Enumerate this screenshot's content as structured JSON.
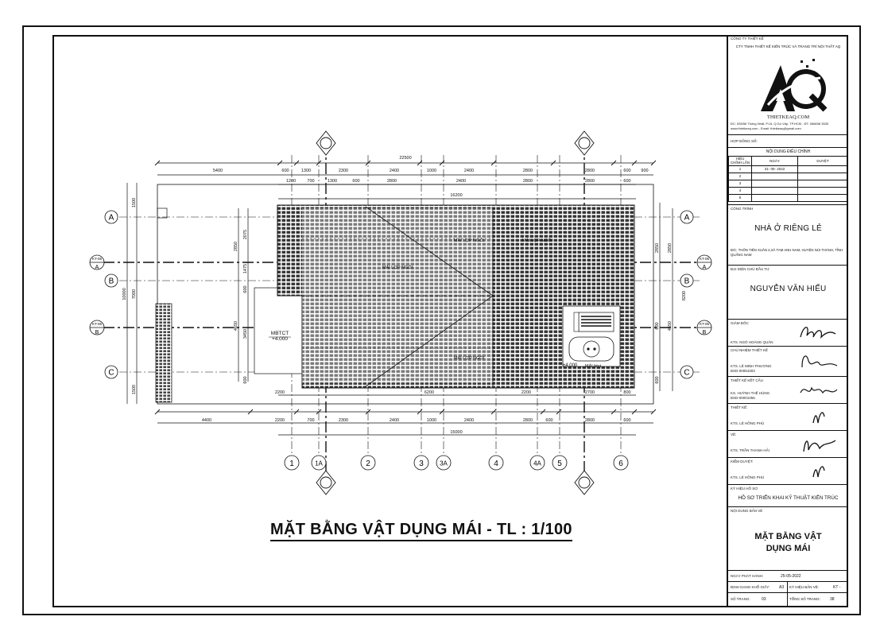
{
  "title_block": {
    "company_label": "CÔNG TY THIẾT KẾ",
    "company_name": "CTY TNHH THIẾT KẾ KIẾN TRÚC VÀ TRANG TRÍ NỘI THẤT AQ",
    "logo_text": "AQ",
    "website": "THIETKEAQ.COM",
    "address": "ĐC: 535/56 Thống Nhất, P.16, Q.Gò Vấp, TP.HCM - ĐT: 086698 3535",
    "contact": "www.thietkeaq.com - Email: thietkeaq@gmail.com",
    "contract_label": "HỢP ĐỒNG SỐ:",
    "revision_title": "NỘI DUNG ĐIỀU CHỈNH",
    "revision_headers": [
      "HIỆU CHỈNH LẦN",
      "NGÀY",
      "DUYỆT"
    ],
    "revision_rows": [
      {
        "n": "1",
        "date": "31- 05- 2022"
      },
      {
        "n": "2",
        "date": ""
      },
      {
        "n": "3",
        "date": ""
      },
      {
        "n": "4",
        "date": ""
      },
      {
        "n": "5",
        "date": ""
      }
    ],
    "project_label": "CÔNG TRÌNH",
    "project_name": "NHÀ Ở RIÊNG LẺ",
    "project_address": "Đ/C:  THÔN TIÊN XUÂN 2,XÃ TAM ANH NAM, HUYỆN NÚI THÀNH, TỈNH QUẢNG NAM",
    "investor_label": "ĐẠI DIỆN CHỦ ĐẦU TƯ",
    "investor_name": "NGUYỄN VĂN HIẾU",
    "staff": [
      {
        "role": "GIÁM ĐỐC",
        "name": "KTS. NGÔ HOÀNG QUÂN",
        "extra": ""
      },
      {
        "role": "CHỦ NHIỆM THIẾT KẾ",
        "name": "KTS. LÊ MINH PHƯƠNG",
        "extra": "BXD-00054303"
      },
      {
        "role": "THIẾT KẾ KẾT CẤU",
        "name": "KS. HUỲNH THẾ HÙNG",
        "extra": "BXD-00001056"
      },
      {
        "role": "THIẾT KẾ:",
        "name": "KTS. LÊ HỒNG PHÚ",
        "extra": ""
      },
      {
        "role": "VẼ:",
        "name": "KTS. TRẦN THANH HẢI",
        "extra": ""
      },
      {
        "role": "KIỂM DUYỆT:",
        "name": "KTS. LÊ HỒNG PHÚ",
        "extra": ""
      }
    ],
    "dossier_label": "KÝ HIỆU HỒ SƠ",
    "dossier_value": "HỒ SƠ TRIỂN KHAI KỸ THUẬT KIẾN TRÚC",
    "sheet_content_label": "NỘI DUNG BẢN VẼ",
    "sheet_content_line1": "MẶT BẰNG VẬT",
    "sheet_content_line2": "DỤNG MÁI",
    "issue_date_label": "NGÀY PHÁT HÀNH:",
    "issue_date": "25-05-2022",
    "paper_label": "ĐỊNH DẠNG KHỔ GIẤY:",
    "paper_value": "A3",
    "drawing_code_label": "KÝ HIỆU BẢN VẼ:",
    "drawing_code": "KT -",
    "sheet_no_label": "SỐ TRANG:",
    "sheet_no": "03",
    "total_label": "TỔNG SỐ TRANG:",
    "total": "38"
  },
  "drawing": {
    "title": "MẶT BẰNG VẬT DỤNG MÁI - TL : 1/100",
    "top_total": "22500",
    "top_dims": [
      "5400",
      "600",
      "1300",
      "2300",
      "2400",
      "1000",
      "2400",
      "2800",
      "2800",
      "600",
      "900"
    ],
    "top_dims2": [
      "1200",
      "700",
      "1300",
      "600",
      "2800",
      "2400",
      "2800",
      "2800",
      "600"
    ],
    "roof_width": "16200",
    "bottom_dims": [
      "2200",
      "6200",
      "2200",
      "2700",
      "800"
    ],
    "bottom_dims2": [
      "4400",
      "2200",
      "700",
      "2300",
      "2400",
      "1000",
      "2400",
      "600",
      "2800",
      "2800",
      "600"
    ],
    "bottom_total": "15000",
    "left_total": "10000",
    "left_mid": "7000",
    "left_dims": [
      "1500",
      "1500"
    ],
    "left_inner": [
      "2075",
      "2850",
      "1475",
      "600",
      "3450",
      "4650",
      "600"
    ],
    "right_total": "8200",
    "right_dims": [
      "2850",
      "2850",
      "600",
      "4650",
      "600"
    ],
    "row_axes": [
      "A",
      "B",
      "C"
    ],
    "section_a": "KT-05",
    "section_b": "KT-05",
    "section_marker_a": "A",
    "section_marker_b": "B",
    "col_axes": [
      "1",
      "1A",
      "2",
      "3",
      "3A",
      "4",
      "4A",
      "5",
      "6"
    ],
    "level_label": "MBTCT",
    "level_value": "+4.000",
    "roof_note": "MÁI btct",
    "roof_level": "+4.000",
    "slope_labels": [
      "MÁI LỢP NGÓI",
      "MÁI LỢP NGÓI",
      "MÁI LỢP NGÓI",
      "MÁI LỢP NGÓI"
    ]
  }
}
